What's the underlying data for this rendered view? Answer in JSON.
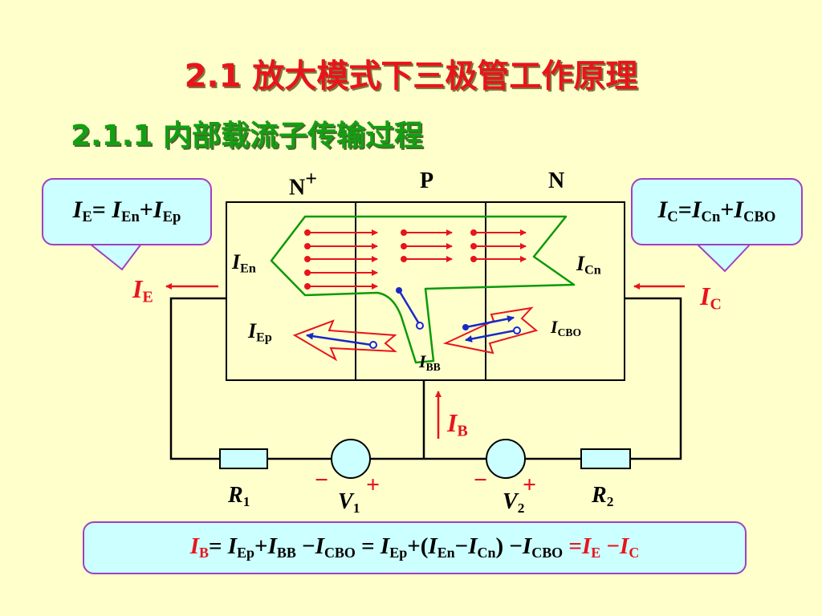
{
  "title": "2.1  放大模式下三极管工作原理",
  "subtitle": "2.1.1 内部载流子传输过程",
  "regions": {
    "emitter": "N",
    "emitter_sup": "+",
    "base": "P",
    "collector": "N"
  },
  "formulas": {
    "ie": {
      "lhs": "I",
      "lhs_sub": "E",
      "eq": "= ",
      "t1": "I",
      "t1_sub": "En",
      "plus": "+",
      "t2": "I",
      "t2_sub": "Ep"
    },
    "ic": {
      "lhs": "I",
      "lhs_sub": "C",
      "eq": "=",
      "t1": "I",
      "t1_sub": "Cn",
      "plus": "+",
      "t2": "I",
      "t2_sub": "CBO"
    },
    "ib": {
      "lhs": "I",
      "lhs_sub": "B",
      "eq1": "= ",
      "a": "I",
      "a_sub": "Ep",
      "op1": "+",
      "b": "I",
      "b_sub": "BB",
      "op2": " −",
      "c": "I",
      "c_sub": "CBO",
      "eq2": " = ",
      "d": "I",
      "d_sub": "Ep",
      "op3": "+(",
      "e": "I",
      "e_sub": "En",
      "op4": "−",
      "f": "I",
      "f_sub": "Cn",
      "op5": ") −",
      "g": "I",
      "g_sub": "CBO",
      "eq3": " =",
      "h": "I",
      "h_sub": "E",
      "op6": " −",
      "k": "I",
      "k_sub": "C"
    }
  },
  "labels": {
    "ie_arrow": {
      "main": "I",
      "sub": "E"
    },
    "ic_arrow": {
      "main": "I",
      "sub": "C"
    },
    "ib_arrow": {
      "main": "I",
      "sub": "B"
    },
    "ien": {
      "main": "I",
      "sub": "En"
    },
    "iep": {
      "main": "I",
      "sub": "Ep"
    },
    "icn": {
      "main": "I",
      "sub": "Cn"
    },
    "icbo": {
      "main": "I",
      "sub": "CBO"
    },
    "ibb": {
      "main": "I",
      "sub": "BB"
    },
    "r1": {
      "main": "R",
      "sub": "1"
    },
    "r2": {
      "main": "R",
      "sub": "2"
    },
    "v1": {
      "main": "V",
      "sub": "1",
      "minus": "−",
      "plus": "+"
    },
    "v2": {
      "main": "V",
      "sub": "2",
      "minus": "−",
      "plus": "+"
    }
  },
  "colors": {
    "title": "#e8141c",
    "subtitle": "#12a012",
    "electron": "#e8141c",
    "hole": "#1a28c8",
    "boundary": "#0a9a0a",
    "bubble_fill": "#ccffff",
    "bubble_border": "#a040c0"
  }
}
